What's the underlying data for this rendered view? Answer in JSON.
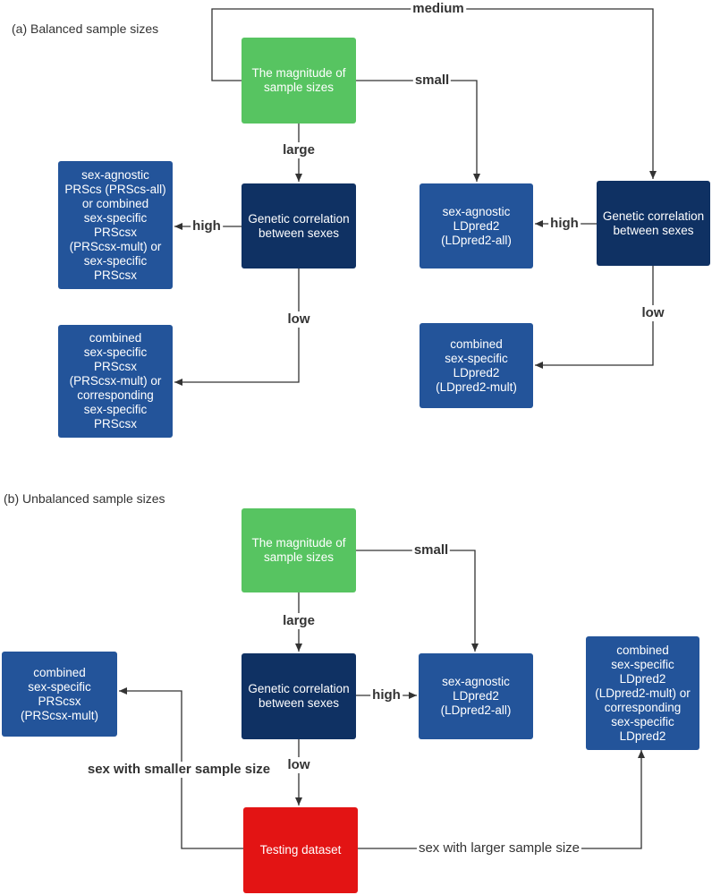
{
  "panel_a": {
    "title": "(a) Balanced sample sizes",
    "nodes": {
      "magnitude": "The magnitude of sample sizes",
      "gc_left": "Genetic correlation between sexes",
      "gc_right": "Genetic correlation between sexes",
      "prscs_high": "sex-agnostic\nPRScs (PRScs-all)\nor combined\nsex-specific\nPRScsx\n(PRScsx-mult) or\nsex-specific\nPRScsx",
      "prscsx_low": "combined\nsex-specific\nPRScsx\n(PRScsx-mult) or\ncorresponding\nsex-specific\nPRScsx",
      "ldpred_all": "sex-agnostic\nLDpred2\n(LDpred2-all)",
      "ldpred_mult": "combined\nsex-specific\nLDpred2\n(LDpred2-mult)"
    },
    "labels": {
      "medium": "medium",
      "small": "small",
      "large": "large",
      "high_left": "high",
      "low_left": "low",
      "high_right": "high",
      "low_right": "low"
    }
  },
  "panel_b": {
    "title": "(b) Unbalanced sample sizes",
    "nodes": {
      "magnitude": "The magnitude of sample sizes",
      "gc": "Genetic correlation between sexes",
      "prscsx_mult": "combined\nsex-specific\nPRScsx\n(PRScsx-mult)",
      "ldpred_all": "sex-agnostic\nLDpred2\n(LDpred2-all)",
      "ldpred_combined": "combined\nsex-specific\nLDpred2\n(LDpred2-mult) or\ncorresponding\nsex-specific\nLDpred2",
      "testing": "Testing dataset"
    },
    "labels": {
      "small": "small",
      "large": "large",
      "high": "high",
      "low": "low",
      "smaller": "sex with smaller sample size",
      "larger": "sex with larger sample size"
    }
  },
  "colors": {
    "green": "#57c461",
    "red": "#e31414",
    "navy": "#0f3163",
    "blue": "#23549a",
    "line": "#333333"
  }
}
